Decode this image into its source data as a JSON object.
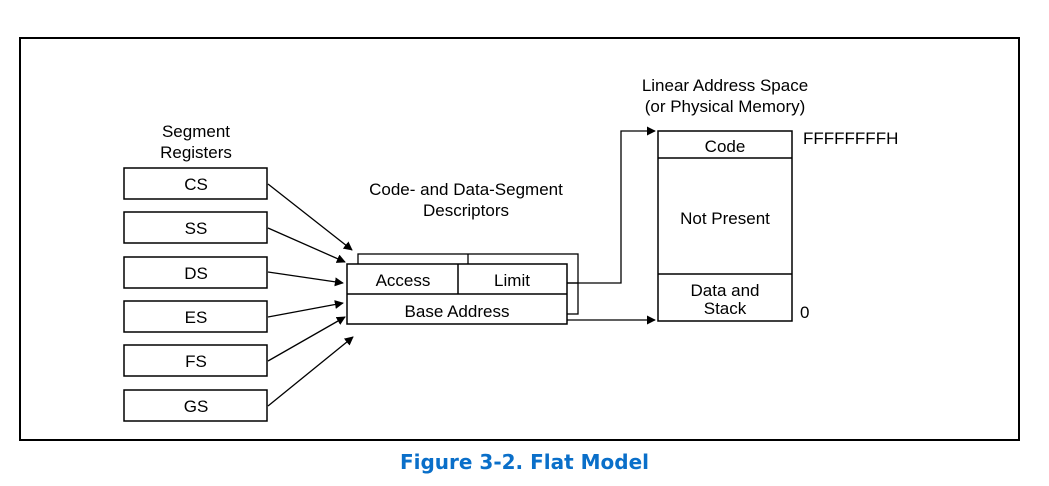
{
  "header": {
    "segment_registers_line1": "Segment",
    "segment_registers_line2": "Registers",
    "descriptors_line1": "Code- and Data-Segment",
    "descriptors_line2": "Descriptors",
    "linear_line1": "Linear Address Space",
    "linear_line2": "(or Physical Memory)"
  },
  "registers": [
    "CS",
    "SS",
    "DS",
    "ES",
    "FS",
    "GS"
  ],
  "descriptor": {
    "access": "Access",
    "limit": "Limit",
    "base_address": "Base Address"
  },
  "memory": {
    "code": "Code",
    "not_present": "Not Present",
    "data_line1": "Data and",
    "data_line2": "Stack",
    "top_address": "FFFFFFFFH",
    "bottom_address": "0"
  },
  "caption": "Figure 3-2.  Flat Model",
  "colors": {
    "caption": "#0a6fc9",
    "line": "#000000"
  }
}
